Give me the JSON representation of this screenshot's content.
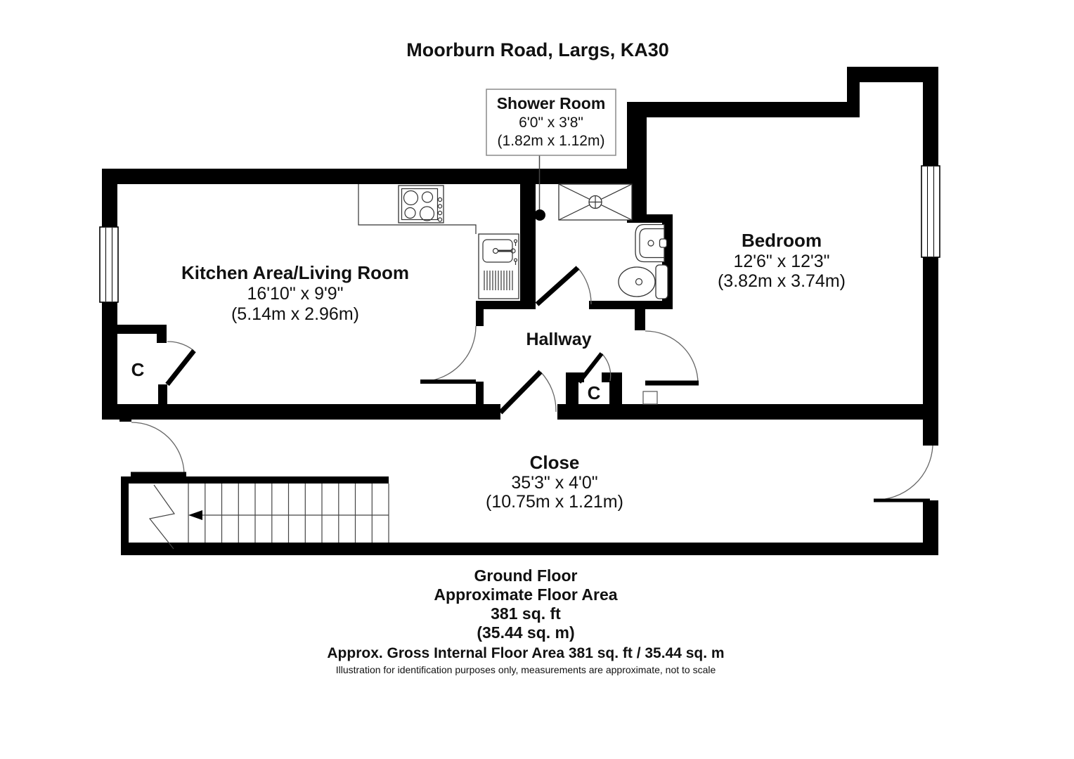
{
  "title": "Moorburn Road, Largs, KA30",
  "rooms": {
    "shower_room": {
      "name": "Shower Room",
      "imperial": "6'0\" x 3'8\"",
      "metric": "(1.82m x 1.12m)"
    },
    "kitchen_living": {
      "name": "Kitchen Area/Living Room",
      "imperial": "16'10\" x 9'9\"",
      "metric": "(5.14m x 2.96m)"
    },
    "bedroom": {
      "name": "Bedroom",
      "imperial": "12'6\" x 12'3\"",
      "metric": "(3.82m x 3.74m)"
    },
    "hallway": {
      "name": "Hallway"
    },
    "close": {
      "name": "Close",
      "imperial": "35'3\" x 4'0\"",
      "metric": "(10.75m x 1.21m)"
    },
    "cupboard_kitchen": {
      "label": "C"
    },
    "cupboard_hallway": {
      "label": "C"
    }
  },
  "footer": {
    "floor_name": "Ground Floor",
    "area_heading": "Approximate Floor Area",
    "area_imperial": "381 sq. ft",
    "area_metric": "(35.44 sq. m)",
    "gross_area": "Approx. Gross Internal Floor Area 381 sq. ft / 35.44 sq. m",
    "disclaimer": "Illustration for identification purposes only, measurements are approximate, not to scale"
  },
  "colors": {
    "wall": "#000000",
    "background": "#ffffff",
    "door_swing": "#666666",
    "fixture_outline": "#333333",
    "label_box_border": "#8a8a8a",
    "text": "#111111"
  }
}
